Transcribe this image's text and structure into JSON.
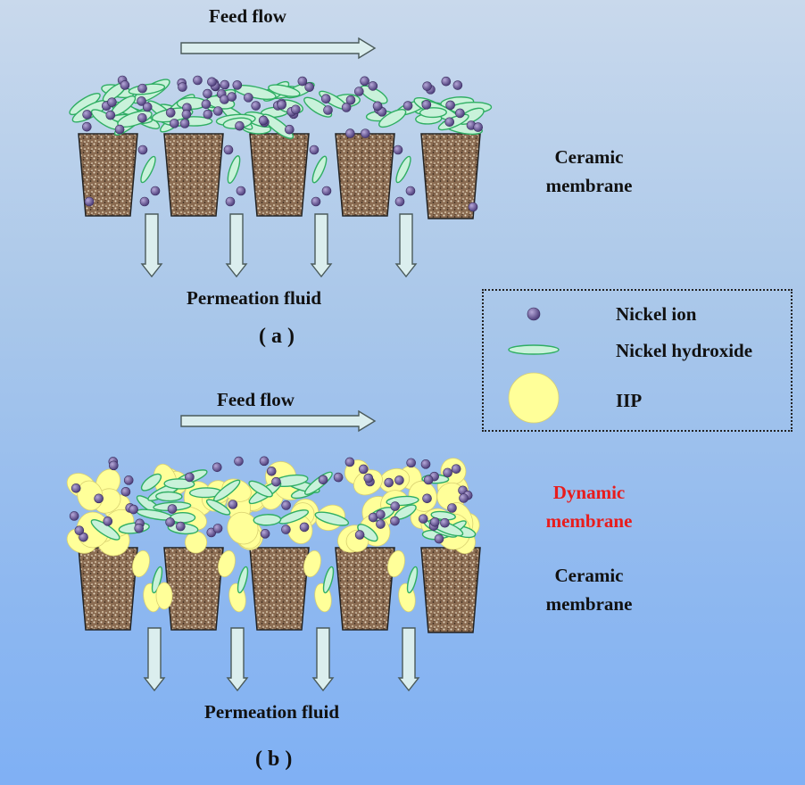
{
  "panel_a": {
    "feed_flow": "Feed flow",
    "side_label_line1": "Ceramic",
    "side_label_line2": "membrane",
    "bottom_label": "Permeation fluid",
    "panel_tag": "( a )"
  },
  "panel_b": {
    "feed_flow": "Feed flow",
    "dynamic_line1": "Dynamic",
    "dynamic_line2": "membrane",
    "ceramic_line1": "Ceramic",
    "ceramic_line2": "membrane",
    "bottom_label": "Permeation fluid",
    "panel_tag": "( b )"
  },
  "legend": {
    "items": [
      {
        "label": "Nickel ion",
        "icon": "nickel-ion-dot"
      },
      {
        "label": "Nickel hydroxide",
        "icon": "nickel-hydroxide-ellipse"
      },
      {
        "label": "IIP",
        "icon": "iip-circle"
      }
    ]
  },
  "colors": {
    "nickel_ion_fill": "#6f5e9a",
    "nickel_hydroxide_fill": "#c9f2da",
    "nickel_hydroxide_stroke": "#2fae63",
    "iip_fill": "#ffff99",
    "ceramic_fill": "#8b6c52",
    "arrow_fill": "#dbeeee",
    "dynamic_text": "#e81c1c"
  }
}
